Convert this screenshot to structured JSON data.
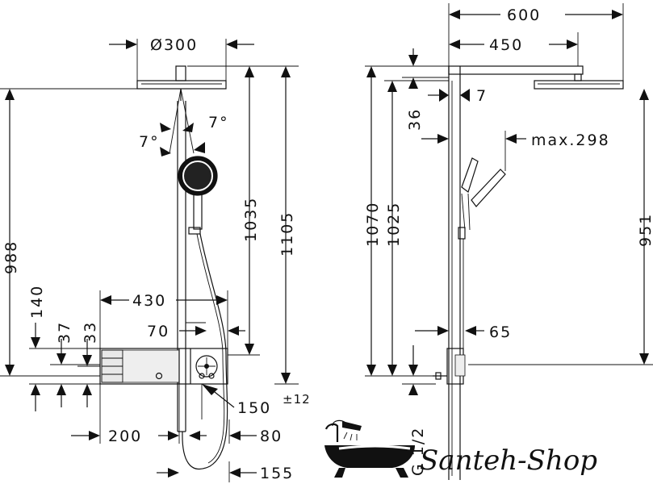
{
  "front_view": {
    "head_diameter": "Ø300",
    "dim_total_height": "1105",
    "dim_1035": "1035",
    "dim_988": "988",
    "dim_140": "140",
    "dim_37": "37",
    "dim_33": "33",
    "dim_430": "430",
    "dim_70": "70",
    "angle_left": "7°",
    "angle_right": "7°",
    "dim_150": "150",
    "tolerance": "±12",
    "dim_200": "200",
    "dim_80": "80",
    "dim_155": "155"
  },
  "side_view": {
    "dim_600": "600",
    "dim_450": "450",
    "dim_7": "7",
    "dim_36": "36",
    "dim_max298": "max.298",
    "dim_1070": "1070",
    "dim_1025": "1025",
    "dim_951": "951",
    "dim_65": "65",
    "thread": "G 1/2"
  },
  "brand": {
    "name": "Santeh-Shop"
  }
}
